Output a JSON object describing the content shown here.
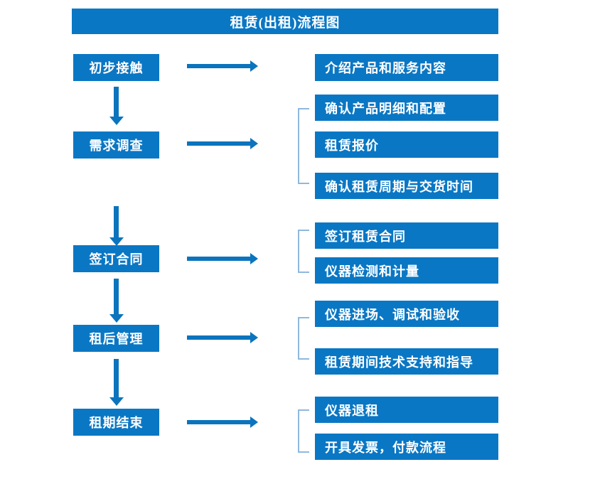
{
  "diagram": {
    "title": "租赁(出租)流程图",
    "accent_color": "#0a77c4",
    "arrow_color": "#0b74bd",
    "bracket_color": "#8fb8dd",
    "text_color": "#ffffff",
    "background_color": "#ffffff",
    "stages": [
      {
        "id": "stage-1",
        "label": "初步接触",
        "details": [
          "介绍产品和服务内容"
        ],
        "has_bracket": false
      },
      {
        "id": "stage-2",
        "label": "需求调查",
        "details": [
          "确认产品明细和配置",
          "租赁报价",
          "确认租赁周期与交货时间"
        ],
        "has_bracket": true
      },
      {
        "id": "stage-3",
        "label": "签订合同",
        "details": [
          "签订租赁合同",
          "仪器检测和计量"
        ],
        "has_bracket": true
      },
      {
        "id": "stage-4",
        "label": "租后管理",
        "details": [
          "仪器进场、调试和验收",
          "租赁期间技术支持和指导"
        ],
        "has_bracket": true
      },
      {
        "id": "stage-5",
        "label": "租期结束",
        "details": [
          "仪器退租",
          "开具发票，付款流程"
        ],
        "has_bracket": true
      }
    ],
    "connectors": {
      "vertical_arrow_icon": "arrow-down-icon",
      "horizontal_arrow_icon": "arrow-right-icon",
      "bracket_icon": "bracket-left-icon"
    }
  }
}
